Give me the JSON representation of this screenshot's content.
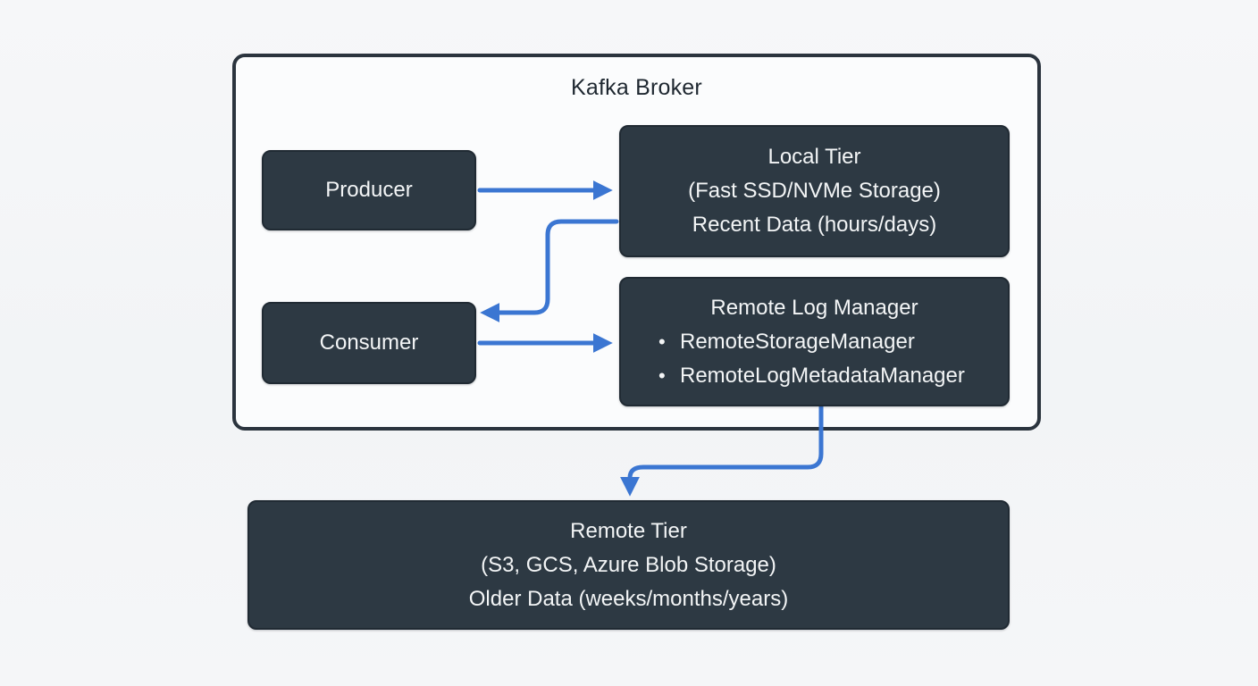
{
  "diagram": {
    "title": "Kafka Broker",
    "broker": {
      "producer": {
        "label": "Producer"
      },
      "consumer": {
        "label": "Consumer"
      },
      "local_tier": {
        "lines": [
          "Local Tier",
          "(Fast SSD/NVMe Storage)",
          "Recent Data (hours/days)"
        ]
      },
      "remote_log_manager": {
        "title": "Remote Log Manager",
        "bullet_glyph": "•",
        "items": [
          "RemoteStorageManager",
          "RemoteLogMetadataManager"
        ]
      }
    },
    "remote_tier": {
      "lines": [
        "Remote Tier",
        "(S3, GCS, Azure Blob Storage)",
        "Older Data (weeks/months/years)"
      ]
    },
    "edges": [
      "producer-to-local-tier",
      "local-tier-to-consumer",
      "consumer-to-remote-log-manager",
      "remote-log-manager-to-remote-tier"
    ],
    "colors": {
      "node_fill": "#2d3943",
      "node_border": "#202a33",
      "node_text": "#f3f5f6",
      "arrow_blue": "#3b76d2",
      "container_fill": "#fbfcfd",
      "container_border": "#2b343e",
      "background": "#f4f6f8",
      "title_text": "#1e2730"
    }
  }
}
